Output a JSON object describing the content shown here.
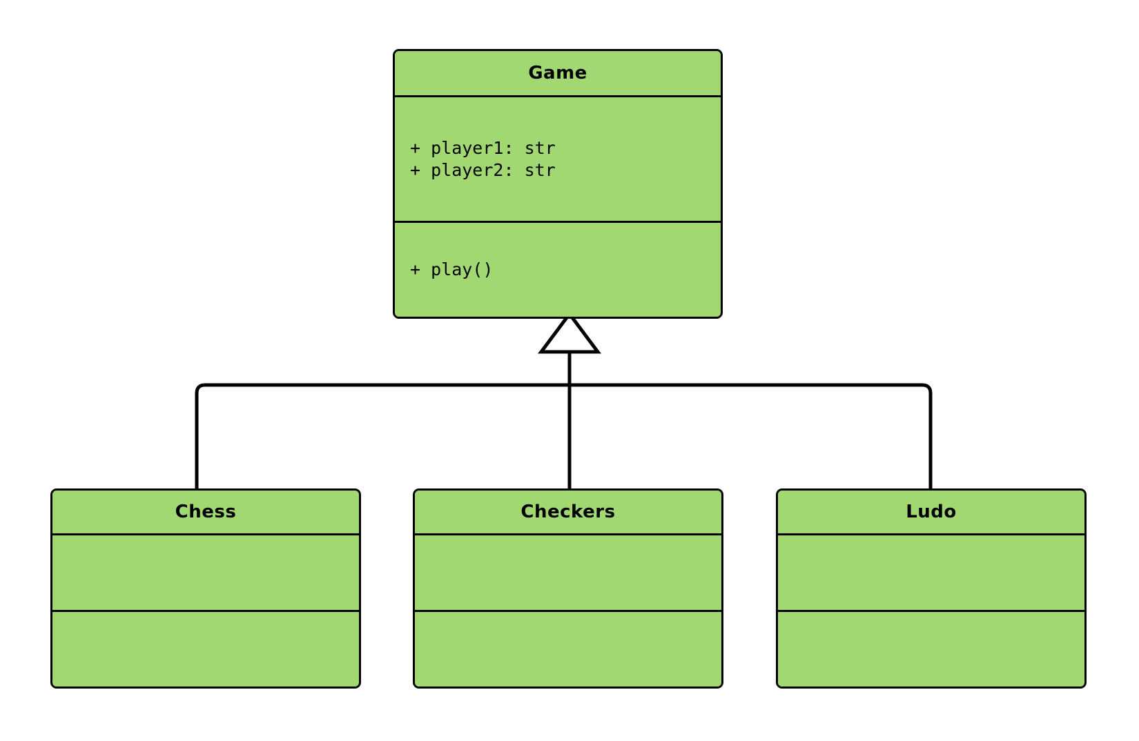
{
  "diagram": {
    "type": "uml-class-diagram",
    "relationship": "generalization",
    "background_color": "#ffffff",
    "class_fill_color": "#a2d872",
    "stroke_color": "#000000"
  },
  "classes": {
    "game": {
      "name": "Game",
      "attributes": [
        "+ player1: str",
        "+ player2: str"
      ],
      "methods": [
        "+ play()"
      ]
    },
    "chess": {
      "name": "Chess",
      "attributes": [],
      "methods": []
    },
    "checkers": {
      "name": "Checkers",
      "attributes": [],
      "methods": []
    },
    "ludo": {
      "name": "Ludo",
      "attributes": [],
      "methods": []
    }
  }
}
